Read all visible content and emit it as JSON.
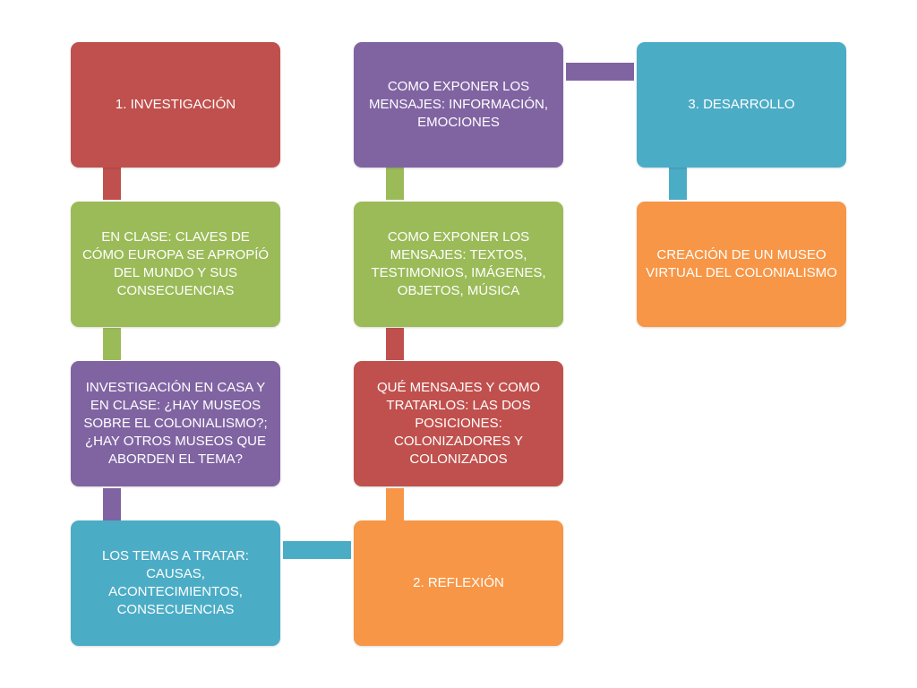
{
  "colors": {
    "red": "#c0504d",
    "green": "#9bbb59",
    "purple": "#8064a2",
    "teal": "#4bacc6",
    "orange": "#f79646"
  },
  "boxes": {
    "investigacion": "1. INVESTIGACIÓN",
    "en_clase": "EN CLASE: CLAVES DE CÓMO EUROPA SE APROPÍÓ DEL MUNDO Y SUS CONSECUENCIAS",
    "investigacion_casa": "INVESTIGACIÓN EN CASA Y EN CLASE: ¿HAY MUSEOS SOBRE EL COLONIALISMO?; ¿HAY OTROS MUSEOS QUE ABORDEN EL TEMA?",
    "temas": "LOS TEMAS A TRATAR: CAUSAS, ACONTECIMIENTOS, CONSECUENCIAS",
    "reflexion": "2. REFLEXIÓN",
    "que_mensajes": "QUÉ MENSAJES Y COMO TRATARLOS: LAS DOS POSICIONES: COLONIZADORES Y COLONIZADOS",
    "exponer_textos": "COMO EXPONER LOS MENSAJES: TEXTOS, TESTIMONIOS, IMÁGENES, OBJETOS, MÚSICA",
    "exponer_info": "COMO EXPONER LOS MENSAJES: INFORMACIÓN, EMOCIONES",
    "desarrollo": "3. DESARROLLO",
    "creacion": "CREACIÓN DE UN MUSEO VIRTUAL DEL COLONIALISMO"
  }
}
